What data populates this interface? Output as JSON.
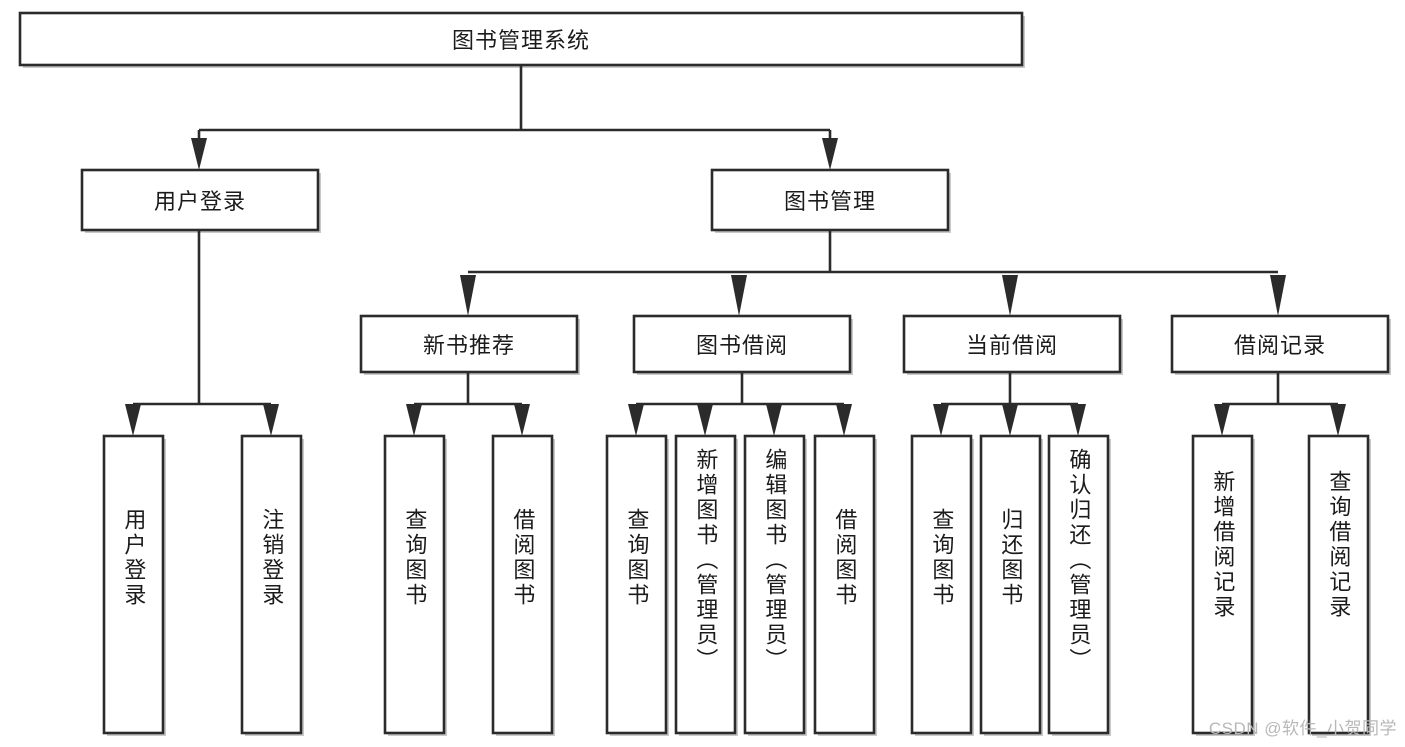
{
  "diagram": {
    "type": "tree",
    "orientation": "top-down",
    "root": {
      "id": "root",
      "label": "图书管理系统"
    },
    "level2": [
      {
        "id": "user-login",
        "label": "用户登录"
      },
      {
        "id": "book-manage",
        "label": "图书管理"
      }
    ],
    "level3": [
      {
        "id": "new-book-recommend",
        "label": "新书推荐",
        "parent": "book-manage"
      },
      {
        "id": "book-borrow",
        "label": "图书借阅",
        "parent": "book-manage"
      },
      {
        "id": "current-borrow",
        "label": "当前借阅",
        "parent": "book-manage"
      },
      {
        "id": "borrow-record",
        "label": "借阅记录",
        "parent": "book-manage"
      }
    ],
    "leaves": {
      "user-login": [
        {
          "id": "leaf-user-login",
          "label": "用户登录"
        },
        {
          "id": "leaf-user-logout",
          "label": "注销登录"
        }
      ],
      "new-book-recommend": [
        {
          "id": "leaf-query-book-1",
          "label": "查询图书"
        },
        {
          "id": "leaf-borrow-book-1",
          "label": "借阅图书"
        }
      ],
      "book-borrow": [
        {
          "id": "leaf-query-book-2",
          "label": "查询图书"
        },
        {
          "id": "leaf-add-book",
          "label": "新增图书（管理员）"
        },
        {
          "id": "leaf-edit-book",
          "label": "编辑图书（管理员）"
        },
        {
          "id": "leaf-borrow-book-2",
          "label": "借阅图书"
        }
      ],
      "current-borrow": [
        {
          "id": "leaf-query-book-3",
          "label": "查询图书"
        },
        {
          "id": "leaf-return-book",
          "label": "归还图书"
        },
        {
          "id": "leaf-confirm-return",
          "label": "确认归还（管理员）"
        }
      ],
      "borrow-record": [
        {
          "id": "leaf-add-record",
          "label": "新增借阅记录"
        },
        {
          "id": "leaf-query-record",
          "label": "查询借阅记录"
        }
      ]
    }
  },
  "watermark": {
    "text": "CSDN @软件_小贺同学"
  },
  "colors": {
    "background": "#ffffff",
    "box_stroke": "#2b2b2b",
    "box_fill": "#ffffff",
    "box_shadow": "#c9c9c9",
    "text": "#1b1b1b",
    "watermark": "#b8b8b8"
  }
}
